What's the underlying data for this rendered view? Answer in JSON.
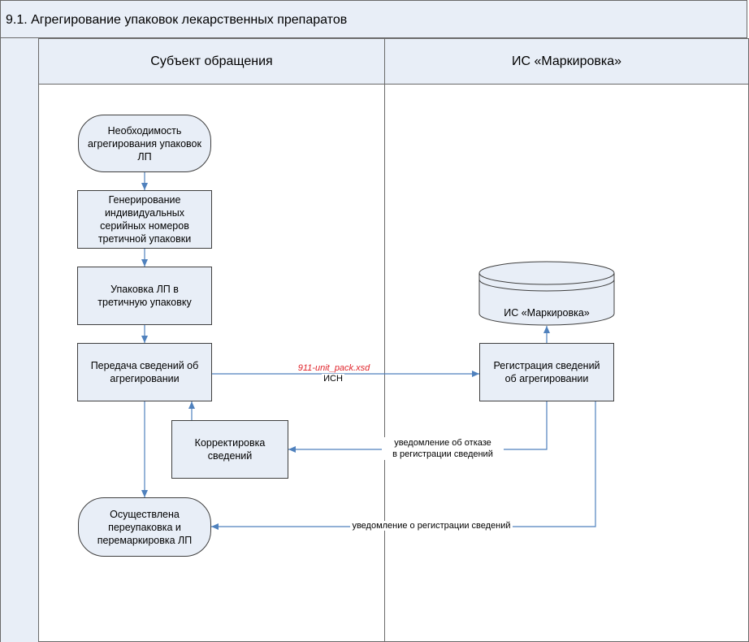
{
  "title": "9.1. Агрегирование упаковок лекарственных препаратов",
  "lanes": {
    "subject": "Субъект обращения",
    "is": "ИС «Маркировка»"
  },
  "nodes": {
    "start": "Необходимость\nагрегирования упаковок\nЛП",
    "generate": "Генерирование\nиндивидуальных\nсерийных номеров\nтретичной упаковки",
    "pack": "Упаковка ЛП в\nтретичную упаковку",
    "transfer": "Передача сведений об\nагрегировании",
    "correct": "Корректировка\nсведений",
    "end": "Осуществлена\nпереупаковка и\nперемаркировка ЛП",
    "register": "Регистрация сведений\nоб агрегировании",
    "database": "ИС «Маркировка»"
  },
  "edges": {
    "xsd": "911-unit_pack.xsd",
    "isn": "ИСН",
    "reject_line1": "уведомление об отказе",
    "reject_line2": "в регистрации сведений",
    "accept": "уведомление о регистрации сведений"
  },
  "colors": {
    "lane_fill": "#e8eef7",
    "connector": "#4f81bd",
    "xsd_text": "#e0242b"
  }
}
